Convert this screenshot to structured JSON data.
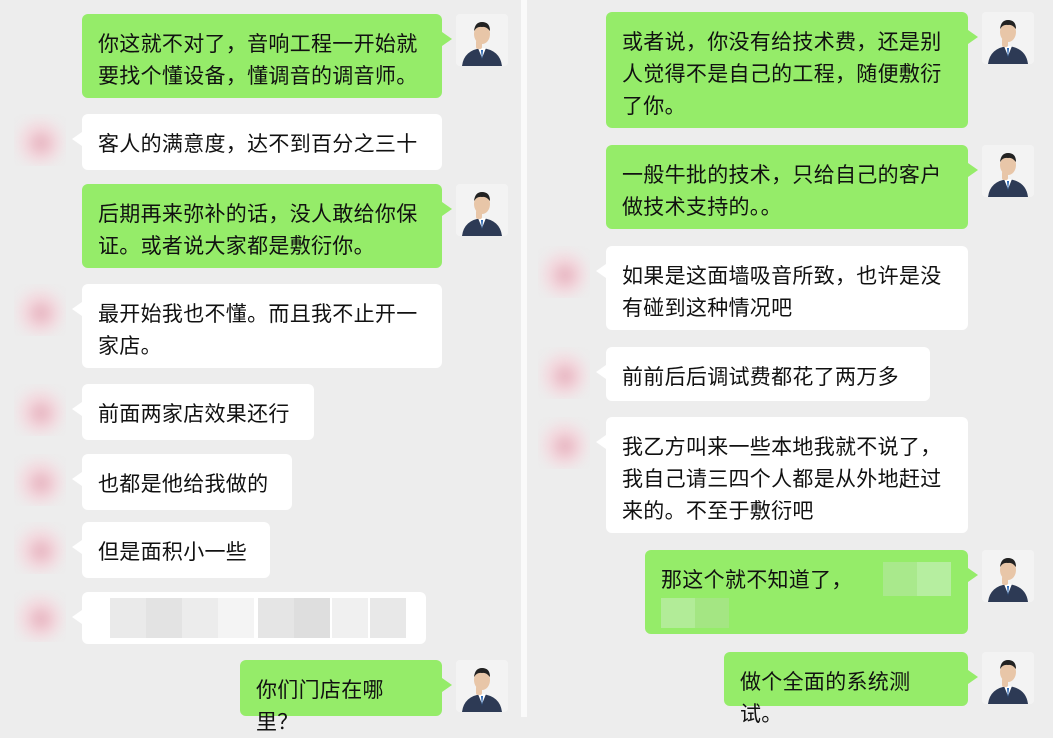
{
  "left_column": {
    "messages": [
      {
        "side": "sent",
        "lines": [
          "你这就不对了，音响工程一开始就",
          "要找个懂设备，懂调音的调音师。"
        ]
      },
      {
        "side": "recv",
        "lines": [
          "客人的满意度，达不到百分之三十"
        ]
      },
      {
        "side": "sent",
        "lines": [
          "后期再来弥补的话，没人敢给你保",
          "证。或者说大家都是敷衍你。"
        ]
      },
      {
        "side": "recv",
        "lines": [
          "最开始我也不懂。而且我不止开一",
          "家店。"
        ]
      },
      {
        "side": "recv",
        "lines": [
          "前面两家店效果还行"
        ]
      },
      {
        "side": "recv",
        "lines": [
          "也都是他给我做的"
        ]
      },
      {
        "side": "recv",
        "lines": [
          "但是面积小一些"
        ]
      },
      {
        "side": "recv",
        "lines": [
          ""
        ]
      },
      {
        "side": "sent",
        "lines": [
          "你们门店在哪里？"
        ]
      }
    ]
  },
  "right_column": {
    "messages": [
      {
        "side": "sent",
        "lines": [
          "或者说，你没有给技术费，还是别",
          "人觉得不是自己的工程，随便敷衍",
          "了你。"
        ]
      },
      {
        "side": "sent",
        "lines": [
          "一般牛批的技术，只给自己的客户",
          "做技术支持的。。"
        ]
      },
      {
        "side": "recv",
        "lines": [
          "如果是这面墙吸音所致，也许是没",
          "有碰到这种情况吧"
        ]
      },
      {
        "side": "recv",
        "lines": [
          "前前后后调试费都花了两万多"
        ]
      },
      {
        "side": "recv",
        "lines": [
          "我乙方叫来一些本地我就不说了，",
          "我自己请三四个人都是从外地赶过",
          "来的。不至于敷衍吧"
        ]
      },
      {
        "side": "sent",
        "lines": [
          "那这个就不知道了，"
        ]
      },
      {
        "side": "sent",
        "lines": [
          "做个全面的系统测试。"
        ]
      }
    ]
  },
  "colors": {
    "sent_bubble": "#95ec69",
    "recv_bubble": "#ffffff",
    "background": "#ededed"
  }
}
